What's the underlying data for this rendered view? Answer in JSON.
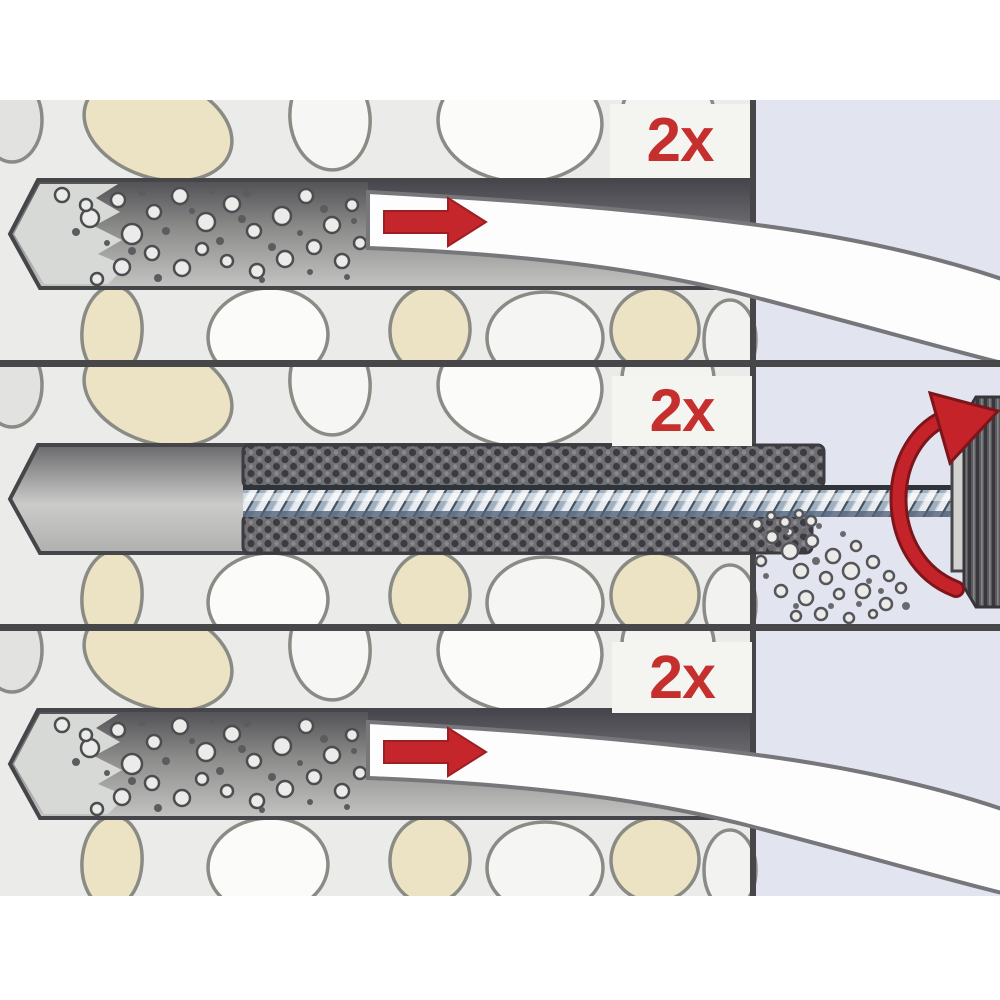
{
  "diagram": {
    "name": "anchor-installation-steps",
    "panel_count": 3
  },
  "steps": [
    {
      "label": "2x",
      "icon": "arrow-right-icon"
    },
    {
      "label": "2x",
      "icon": "rotation-clockwise-icon"
    },
    {
      "label": "2x",
      "icon": "arrow-right-icon"
    }
  ],
  "colors": {
    "accent_red": "#c5262b",
    "brick_body": "#ebebe9",
    "brick_pore_beige": "#ece2c4",
    "wall_exterior": "#e2e5f0",
    "outline_dark": "#47474a",
    "label_box": "#f4f4f1"
  }
}
